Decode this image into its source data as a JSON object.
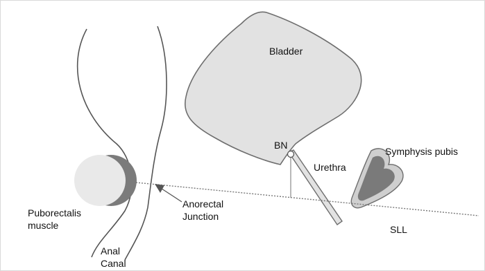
{
  "labels": {
    "bladder": "Bladder",
    "bn": "BN",
    "urethra": "Urethra",
    "symphysis": "Symphysis pubis",
    "sll": "SLL",
    "puborectalis_line1": "Puborectalis",
    "puborectalis_line2": "muscle",
    "anorectal_line1": "Anorectal",
    "anorectal_line2": "Junction",
    "anal_line1": "Anal",
    "anal_line2": "Canal"
  },
  "colors": {
    "organ_fill": "#e2e2e2",
    "organ_stroke": "#6e6e6e",
    "muscle_light": "#e9e9e9",
    "muscle_dark": "#7b7b7b",
    "symphysis_dark": "#7a7a7a",
    "line": "#555555",
    "dotted": "#777777"
  }
}
